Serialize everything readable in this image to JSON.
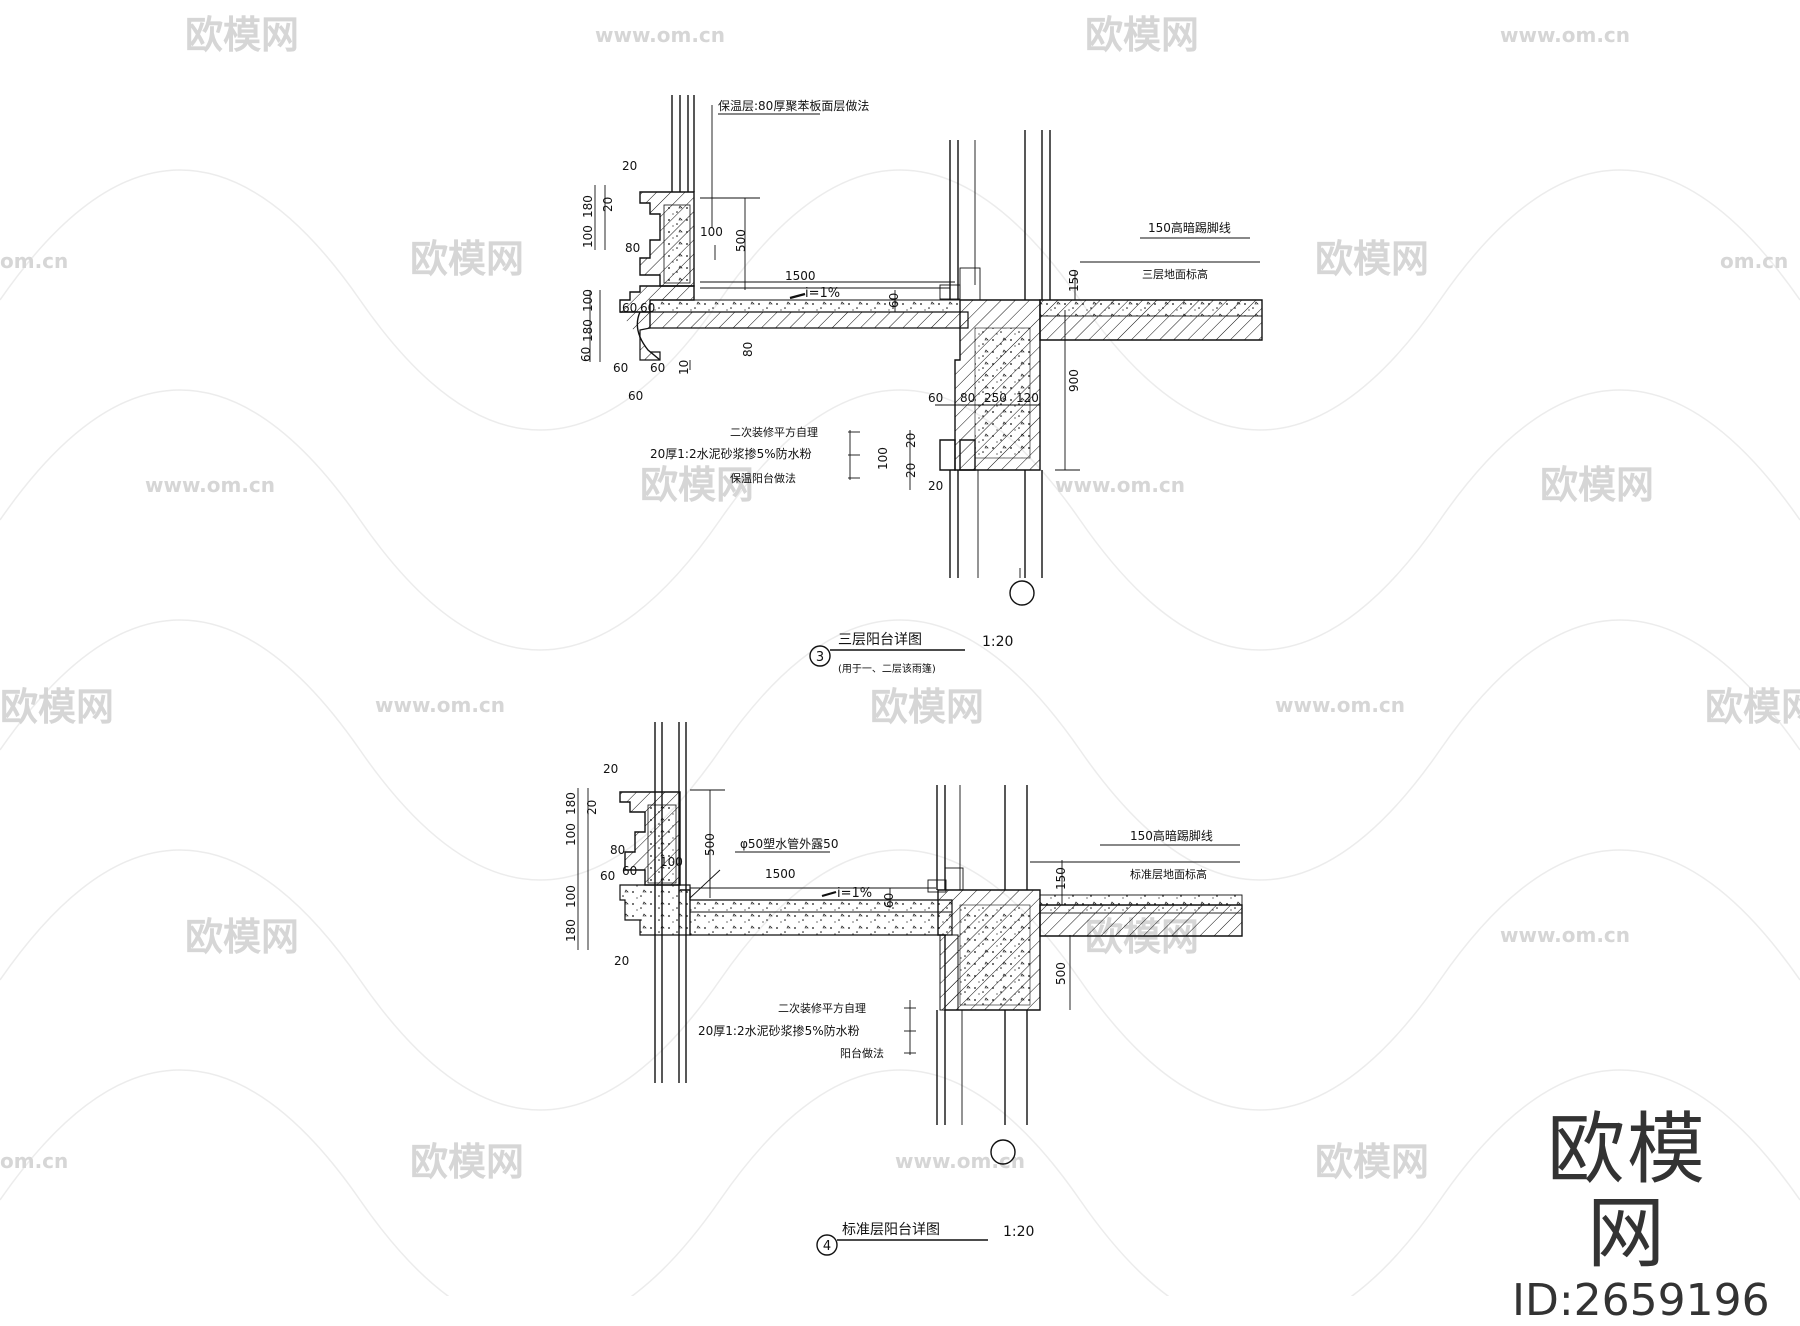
{
  "watermark": {
    "brand": "欧模网",
    "url": "www.om.cn",
    "url_short": "om.cn",
    "id_label": "ID:2659196"
  },
  "detail3": {
    "number": "3",
    "title": "三层阳台详图",
    "scale": "1:20",
    "subtitle": "(用于一、二层该雨篷)",
    "notes": {
      "insulation": "保温层:80厚聚苯板面层做法",
      "baseboard": "150高暗踢脚线",
      "floor": "三层地面标高",
      "finish": "二次装修平方自理",
      "mortar": "20厚1:2水泥砂浆掺5%防水粉",
      "balcony": "保温阳台做法",
      "slope": "i=1%"
    },
    "dims": {
      "d20a": "20",
      "d20b": "20",
      "d180": "180",
      "d100a": "100",
      "d100b": "100",
      "d100c": "100",
      "d80a": "80",
      "d60a": "60",
      "d60b": "60",
      "d180b": "180",
      "d60c": "60",
      "d60d": "60",
      "d60e": "60",
      "d60f": "60",
      "d10": "10",
      "d500": "500",
      "d1500": "1500",
      "d60g": "60",
      "d80b": "80",
      "d150": "150",
      "d900": "900",
      "d60h": "60",
      "d80c": "80",
      "d250": "250",
      "d120": "120",
      "d20c": "20",
      "d100d": "100",
      "d20d": "20",
      "d20e": "20"
    }
  },
  "detail4": {
    "number": "4",
    "title": "标准层阳台详图",
    "scale": "1:20",
    "notes": {
      "pipe": "φ50塑水管外露50",
      "baseboard": "150高暗踢脚线",
      "floor": "标准层地面标高",
      "finish": "二次装修平方自理",
      "mortar": "20厚1:2水泥砂浆掺5%防水粉",
      "balcony": "阳台做法",
      "slope": "i=1%"
    },
    "dims": {
      "d20a": "20",
      "d180": "180",
      "d20b": "20",
      "d100a": "100",
      "d80": "80",
      "d100b": "100",
      "d60a": "60",
      "d60b": "60",
      "d100c": "100",
      "d180b": "180",
      "d20c": "20",
      "d500": "500",
      "d1500": "1500",
      "d60c": "60",
      "d150": "150",
      "d500b": "500"
    }
  }
}
